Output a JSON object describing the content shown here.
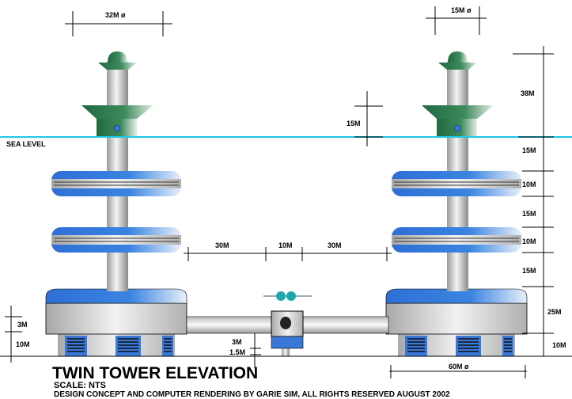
{
  "title": "TWIN TOWER ELEVATION",
  "scale": "SCALE: NTS",
  "credit": "DESIGN CONCEPT AND COMPUTER RENDERING BY GARIE SIM, ALL RIGHTS RESERVED AUGUST 2002",
  "sea_level": "SEA LEVEL",
  "dims": {
    "left_top_dia": "32M ø",
    "right_top_dia": "15M ø",
    "deck_height": "15M",
    "top_height": "38M",
    "r1": "15M",
    "r2": "10M",
    "r3": "15M",
    "r4": "10M",
    "r5": "15M",
    "r6": "25M",
    "r7": "10M",
    "span_left": "30M",
    "span_mid": "10M",
    "span_right": "30M",
    "left_3m": "3M",
    "left_10m": "10M",
    "bridge_3m": "3M",
    "bridge_1_5m": "1.5M",
    "base_dia": "60M ø"
  },
  "colors": {
    "sea": "#1ec8e6",
    "blue": "#3a78d8",
    "green": "#2e7a4e"
  }
}
